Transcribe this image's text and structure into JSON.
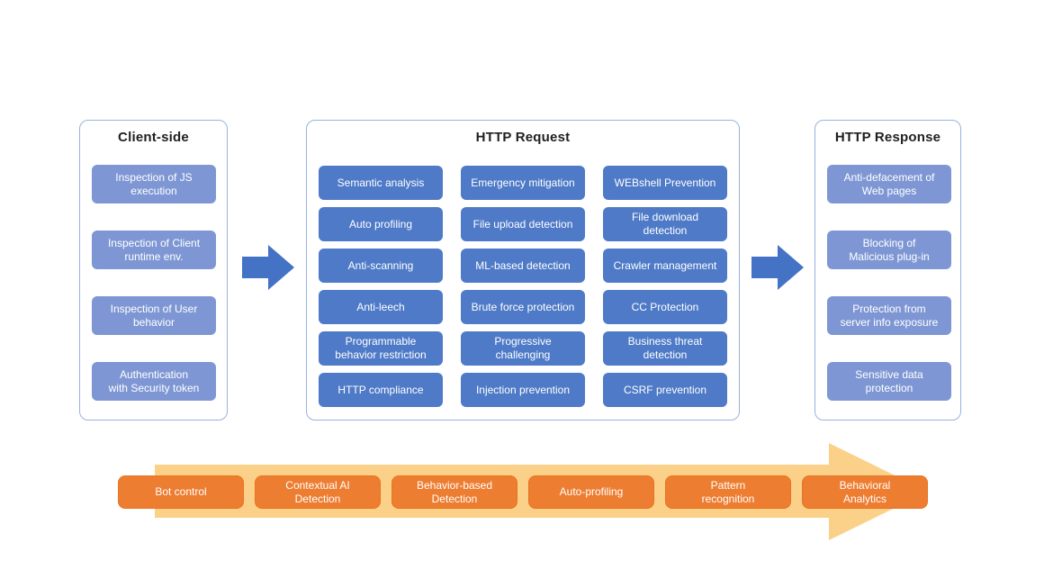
{
  "diagram": {
    "client_panel": {
      "title": "Client-side",
      "items": [
        "Inspection of JS\nexecution",
        "Inspection of Client\nruntime env.",
        "Inspection of User\nbehavior",
        "Authentication\nwith Security token"
      ]
    },
    "request_panel": {
      "title": "HTTP Request",
      "columns": [
        [
          "Semantic analysis",
          "Auto profiling",
          "Anti-scanning",
          "Anti-leech",
          "Programmable\nbehavior restriction",
          "HTTP compliance"
        ],
        [
          "Emergency mitigation",
          "File upload detection",
          "ML-based detection",
          "Brute force protection",
          "Progressive\nchallenging",
          "Injection prevention"
        ],
        [
          "WEBshell Prevention",
          "File download\ndetection",
          "Crawler management",
          "CC Protection",
          "Business threat\ndetection",
          "CSRF prevention"
        ]
      ]
    },
    "response_panel": {
      "title": "HTTP Response",
      "items": [
        "Anti-defacement of\nWeb pages",
        "Blocking of\nMalicious plug-in",
        "Protection from\nserver info exposure",
        "Sensitive data\nprotection"
      ]
    },
    "banner": {
      "items": [
        "Bot control",
        "Contextual AI\nDetection",
        "Behavior-based\nDetection",
        "Auto-profiling",
        "Pattern\nrecognition",
        "Behavioral\nAnalytics"
      ]
    },
    "colors": {
      "box_blue_mid": "#4e7ac7",
      "box_blue_light": "#7e97d4",
      "arrow_blue": "#4472c4",
      "box_orange": "#ed7d31",
      "banner_orange": "#fbd189",
      "panel_border": "#96b3df"
    }
  }
}
